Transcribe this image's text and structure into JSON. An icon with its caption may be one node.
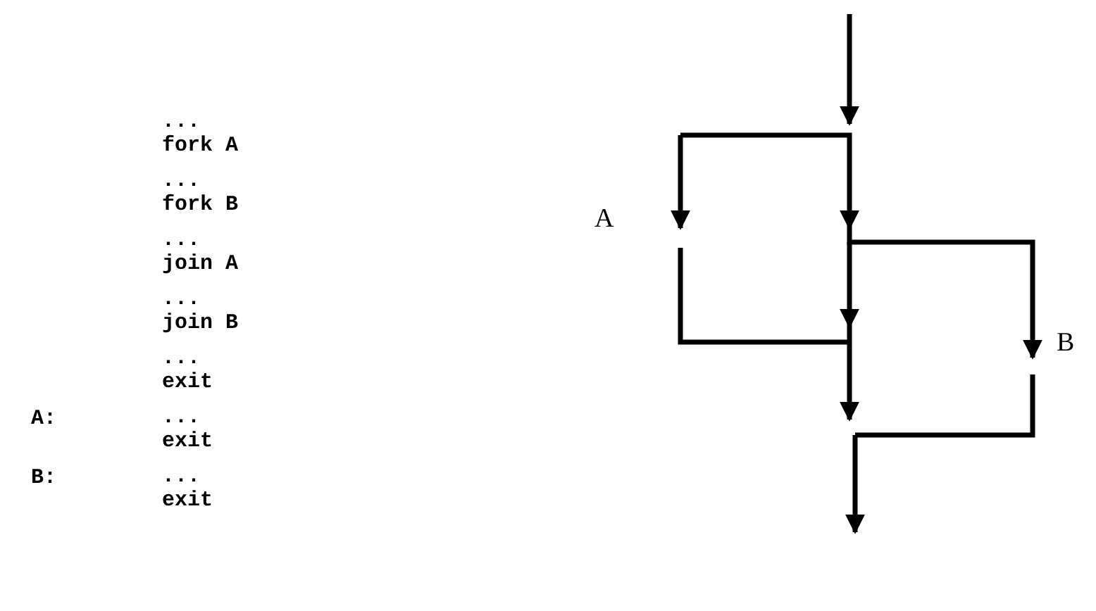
{
  "diagram": {
    "labels": [
      "...",
      "fork A",
      "...",
      "fork B",
      "...",
      "join A",
      "...",
      "join B",
      "...",
      "exit",
      "A:",
      "...",
      "exit",
      "B:",
      "...",
      "exit",
      "A",
      "B"
    ]
  }
}
